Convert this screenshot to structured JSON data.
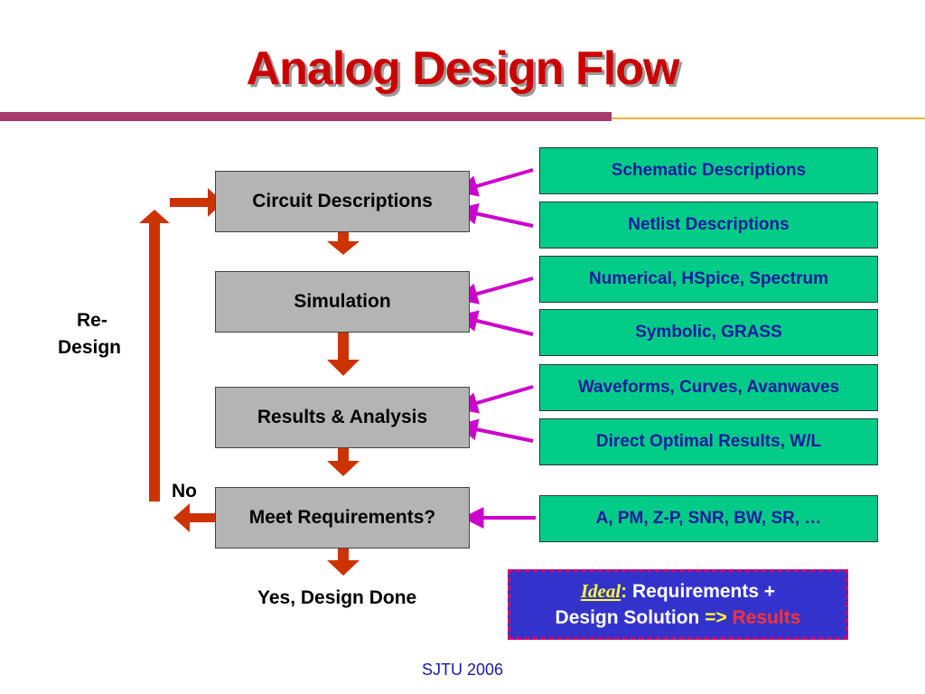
{
  "title": "Analog Design Flow",
  "flow_steps": [
    "Circuit Descriptions",
    "Simulation",
    "Results & Analysis",
    "Meet Requirements?"
  ],
  "tools": [
    "Schematic Descriptions",
    "Netlist Descriptions",
    "Numerical, HSpice, Spectrum",
    "Symbolic, GRASS",
    "Waveforms, Curves, Avanwaves",
    "Direct Optimal Results, W/L",
    "A, PM, Z-P, SNR, BW, SR, …"
  ],
  "redesign_label_line1": "Re-",
  "redesign_label_line2": "Design",
  "no_label": "No",
  "done_label": "Yes, Design Done",
  "ideal": {
    "word": "Ideal",
    "colon": ":",
    "line1_rest": " Requirements +",
    "line2_text": "Design Solution ",
    "arrow": "=>",
    "results": " Results"
  },
  "footer": "SJTU 2006",
  "colors": {
    "title": "#cc0000",
    "flow_box": "#b4b4b4",
    "tool_box": "#00cc88",
    "tool_text": "#1a1aa0",
    "flow_arrow": "#cc3300",
    "connector_arrow": "#cc00cc",
    "ideal_box": "#3333cc",
    "ideal_border": "#d0006f"
  }
}
